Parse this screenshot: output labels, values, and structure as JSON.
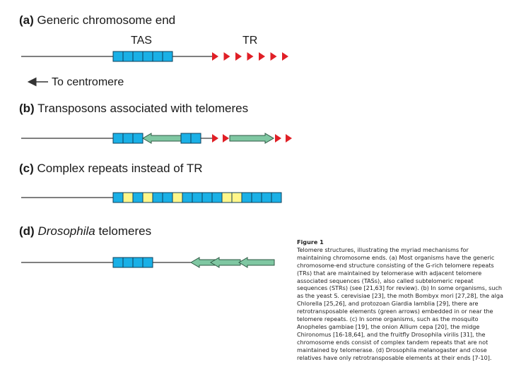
{
  "panels": [
    {
      "letter": "(a)",
      "title": "Generic chromosome end"
    },
    {
      "letter": "(b)",
      "title": "Transposons associated with telomeres"
    },
    {
      "letter": "(c)",
      "title": "Complex repeats instead of TR"
    },
    {
      "letter": "(d)",
      "title_italic": "Drosophila",
      "title": "telomeres"
    }
  ],
  "labels": {
    "tas": "TAS",
    "tr": "TR",
    "centromere": "To centromere"
  },
  "colors": {
    "tas_box": "#1ab0e6",
    "yellow_box": "#fff68a",
    "tr_arrow": "#e01f26",
    "transposon": "#7fc7a2",
    "line": "#333333"
  },
  "caption": {
    "figure": "Figure 1",
    "text": "Telomere structures, illustrating the myriad mechanisms for maintaining chromosome ends. (a) Most organisms have the generic chromosome-end structure consisting of the G-rich telomere repeats (TRs) that are maintained by telomerase with adjacent telomere associated sequences (TASs), also called subtelomeric repeat sequences (STRs) (see [21,63] for review). (b) In some organisms, such as the yeast S. cerevisiae [23], the moth Bombyx mori [27,28], the alga Chlorella [25,26], and protozoan Giardia lamblia [29], there are retrotransposable elements (green arrows) embedded in or near the telomere repeats. (c) In some organisms, such as the mosquito Anopheles gambiae [19], the onion Allium cepa [20], the midge Chironomus [16-18,64], and the fruitfly Drosophila virilis [31], the chromosome ends consist of complex tandem repeats that are not maintained by telomerase. (d) Drosophila melanogaster and close relatives have only retrotransposable elements at their ends [7-10]."
  }
}
